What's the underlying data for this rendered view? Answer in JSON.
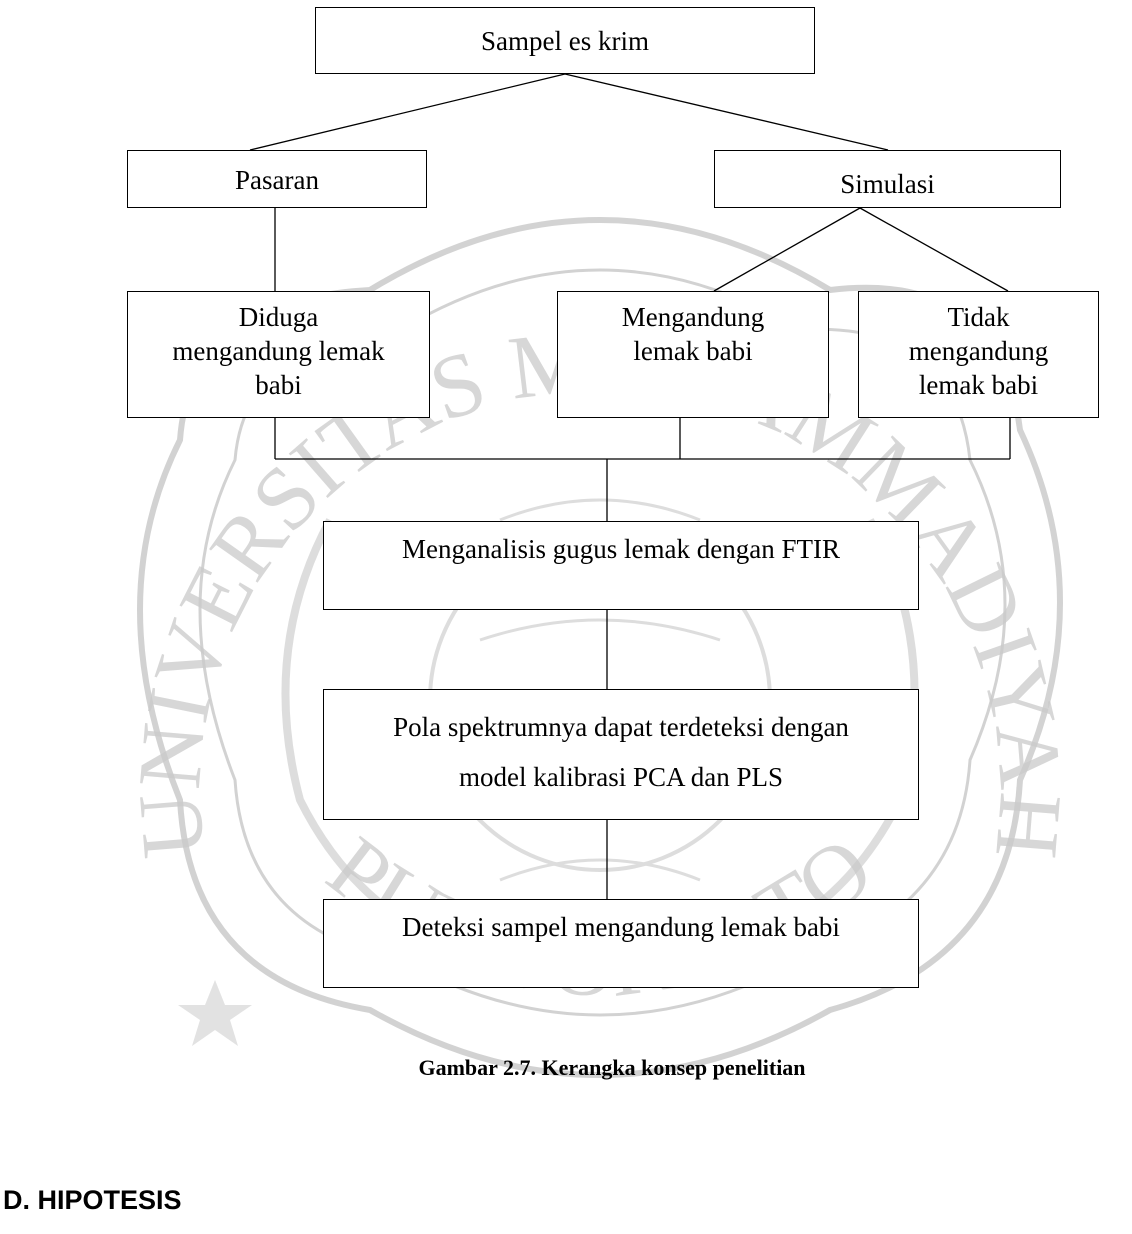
{
  "diagram": {
    "root": {
      "label": "Sampel es krim"
    },
    "branches": {
      "pasaran": {
        "label": "Pasaran"
      },
      "simulasi": {
        "label": "Simulasi"
      }
    },
    "leaves": {
      "diduga": {
        "lines": [
          "Diduga",
          "mengandung lemak",
          "babi"
        ]
      },
      "mengandung": {
        "lines": [
          "Mengandung",
          "lemak babi"
        ]
      },
      "tidak": {
        "lines": [
          "Tidak",
          "mengandung",
          "lemak babi"
        ]
      }
    },
    "steps": {
      "ftir": {
        "label": "Menganalisis gugus lemak dengan FTIR"
      },
      "pola": {
        "lines": [
          "Pola spektrumnya dapat terdeteksi dengan",
          "model kalibrasi PCA dan PLS"
        ]
      },
      "deteksi": {
        "label": "Deteksi sampel mengandung lemak babi"
      }
    },
    "caption": "Gambar 2.7. Kerangka konsep penelitian"
  },
  "section": {
    "heading": "D. HIPOTESIS"
  },
  "watermark": {
    "text_top": "UNIVERSITAS MUHAMMADIYAH",
    "text_bottom": "PURWOKERTO",
    "color": "#bdbdbd"
  }
}
